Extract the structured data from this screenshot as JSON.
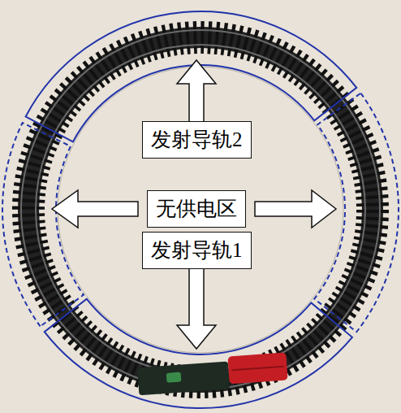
{
  "diagram": {
    "nodes": [
      {
        "text": [
          "发射导轨2"
        ]
      },
      {
        "text": [
          "无供电区"
        ]
      },
      {
        "text": [
          "发射导轨1"
        ]
      }
    ]
  }
}
